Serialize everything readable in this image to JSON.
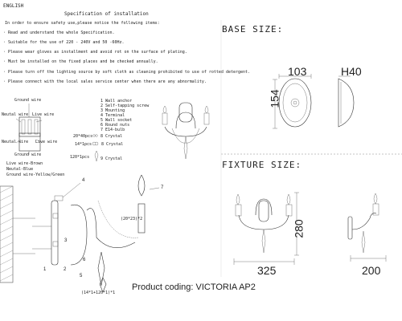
{
  "header": {
    "language": "ENGLISH",
    "title": "Specification of installation"
  },
  "instructions": [
    "In order to ensure safety use,please notice the following items:",
    "· Read and understand the whole Specification.",
    "· Suitable for the use of 220 - 240V and 50 -60Hz.",
    "· Please wear gloves as installment and avoid rot on the surface of plating.",
    "· Must be installed on the fixed places and be checked annually.",
    "· Please turn off the lighting source by soft cloth as cleaning prohibited to use of rotted detergent.",
    "· Please connect with the local sales service center when there are any abnormality."
  ],
  "wiring": {
    "ground_top": "Ground wire",
    "neutral_top": "Neutal wire",
    "live_top": "Live wire",
    "neutral_bottom": "Neutal wire",
    "live_bottom": "Live wire",
    "ground_bottom": "Ground wire",
    "legend": [
      "Live wire-Brown",
      "Neutal-Blue",
      "Ground wire-Yellow/Green"
    ]
  },
  "parts_list": [
    "1 Wall anchor",
    "2 Self-tapping screw",
    "3 Mounting",
    "4 Terminal",
    "5 Wall socket",
    "6 Round nuts",
    "7 E14-bulb",
    "8 Crystal",
    "9 Crystal"
  ],
  "crystals": [
    {
      "count": "20*40pcs",
      "ref": "8 Crystal"
    },
    {
      "count": "14*1pcs",
      "ref": "8 Crystal"
    },
    {
      "count": "120*1pcs",
      "ref": "9 Crystal"
    }
  ],
  "exploded_labels": {
    "n1": "1",
    "n2": "2",
    "n3": "3",
    "n4": "4",
    "n5": "5",
    "n6": "6",
    "n7": "7",
    "bead_count": "(20*23)*2",
    "bead_count_bottom": "(14*1+120*1)*1"
  },
  "base_size": {
    "heading": "BASE SIZE:",
    "width": "103",
    "height": "154",
    "depth": "H40"
  },
  "fixture_size": {
    "heading": "FIXTURE SIZE:",
    "height": "280",
    "width": "325",
    "depth": "200"
  },
  "product": {
    "coding": "Product coding: VICTORIA AP2"
  }
}
